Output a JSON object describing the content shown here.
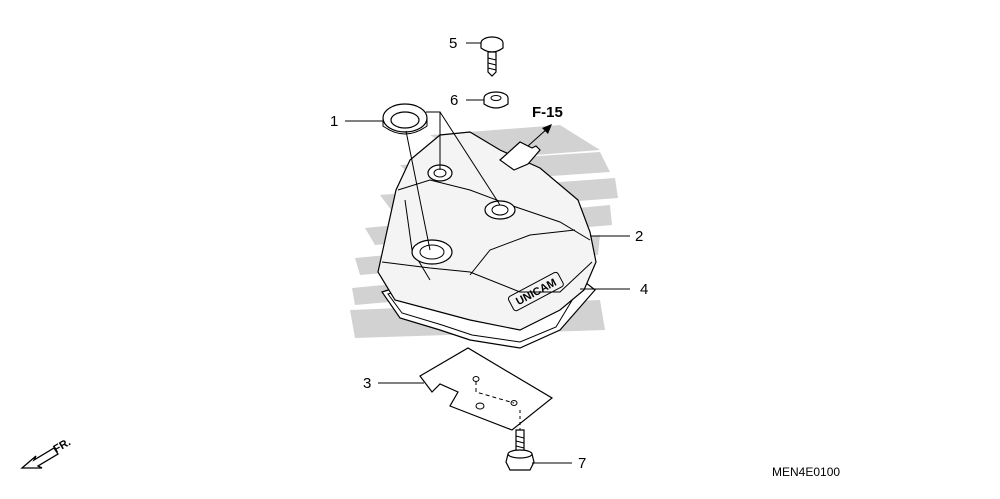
{
  "callouts": {
    "n1": "1",
    "n2": "2",
    "n3": "3",
    "n4": "4",
    "n5": "5",
    "n6": "6",
    "n7": "7"
  },
  "reference": "F-15",
  "front_marker": "FR.",
  "diagram_code": "MEN4E0100",
  "cover_brand": "UNICAM",
  "colors": {
    "line": "#000000",
    "watermark": "#d2d2d2",
    "background": "#ffffff"
  },
  "icons": {
    "front_arrow": "arrow-down-left-icon",
    "reference_arrow": "arrow-up-right-icon"
  }
}
